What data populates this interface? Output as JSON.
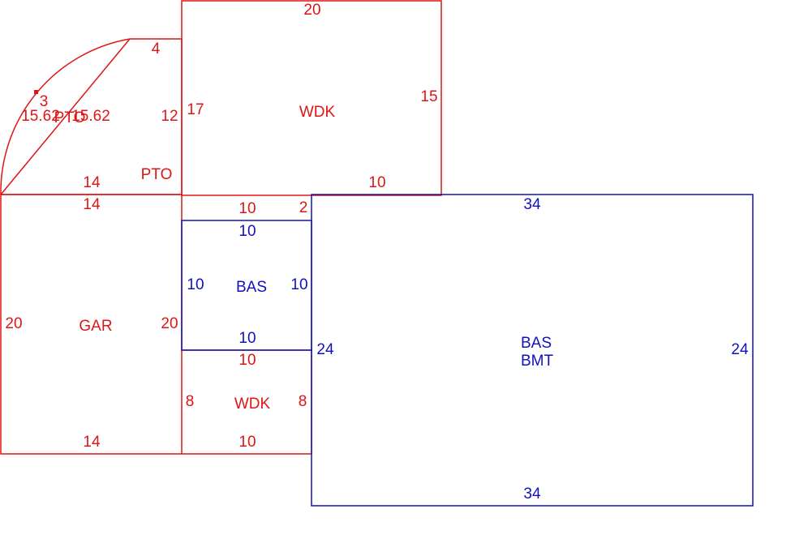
{
  "colors": {
    "red": "#e01414",
    "blue": "#1010c0",
    "background": "#ffffff"
  },
  "areas": {
    "wdk_top": "WDK",
    "pto_right": "PTO",
    "pto_arc": "PTO",
    "gar": "GAR",
    "bas_small": "BAS",
    "wdk_bottom": "WDK",
    "bas_large_line1": "BAS",
    "bas_large_line2": "BMT"
  },
  "dimensions": {
    "wdk_top_top": "20",
    "wdk_top_right": "15",
    "wdk_top_left": "17",
    "wdk_top_bottom": "10",
    "wdk_top_step": "2",
    "pto_top": "4",
    "pto_right": "12",
    "pto_bottom": "14",
    "arc_a": "3",
    "arc_b": "15.62",
    "arc_c": "15.62",
    "gar_top": "14",
    "gar_left": "20",
    "gar_right": "20",
    "gar_bottom": "14",
    "bas_small_top_red": "10",
    "bas_small_top": "10",
    "bas_small_left": "10",
    "bas_small_right": "10",
    "bas_small_bottom": "10",
    "wdk_bottom_top": "10",
    "wdk_bottom_left": "8",
    "wdk_bottom_right": "8",
    "wdk_bottom_bottom": "10",
    "bas_large_top": "34",
    "bas_large_left": "24",
    "bas_large_right": "24",
    "bas_large_bottom": "34"
  }
}
